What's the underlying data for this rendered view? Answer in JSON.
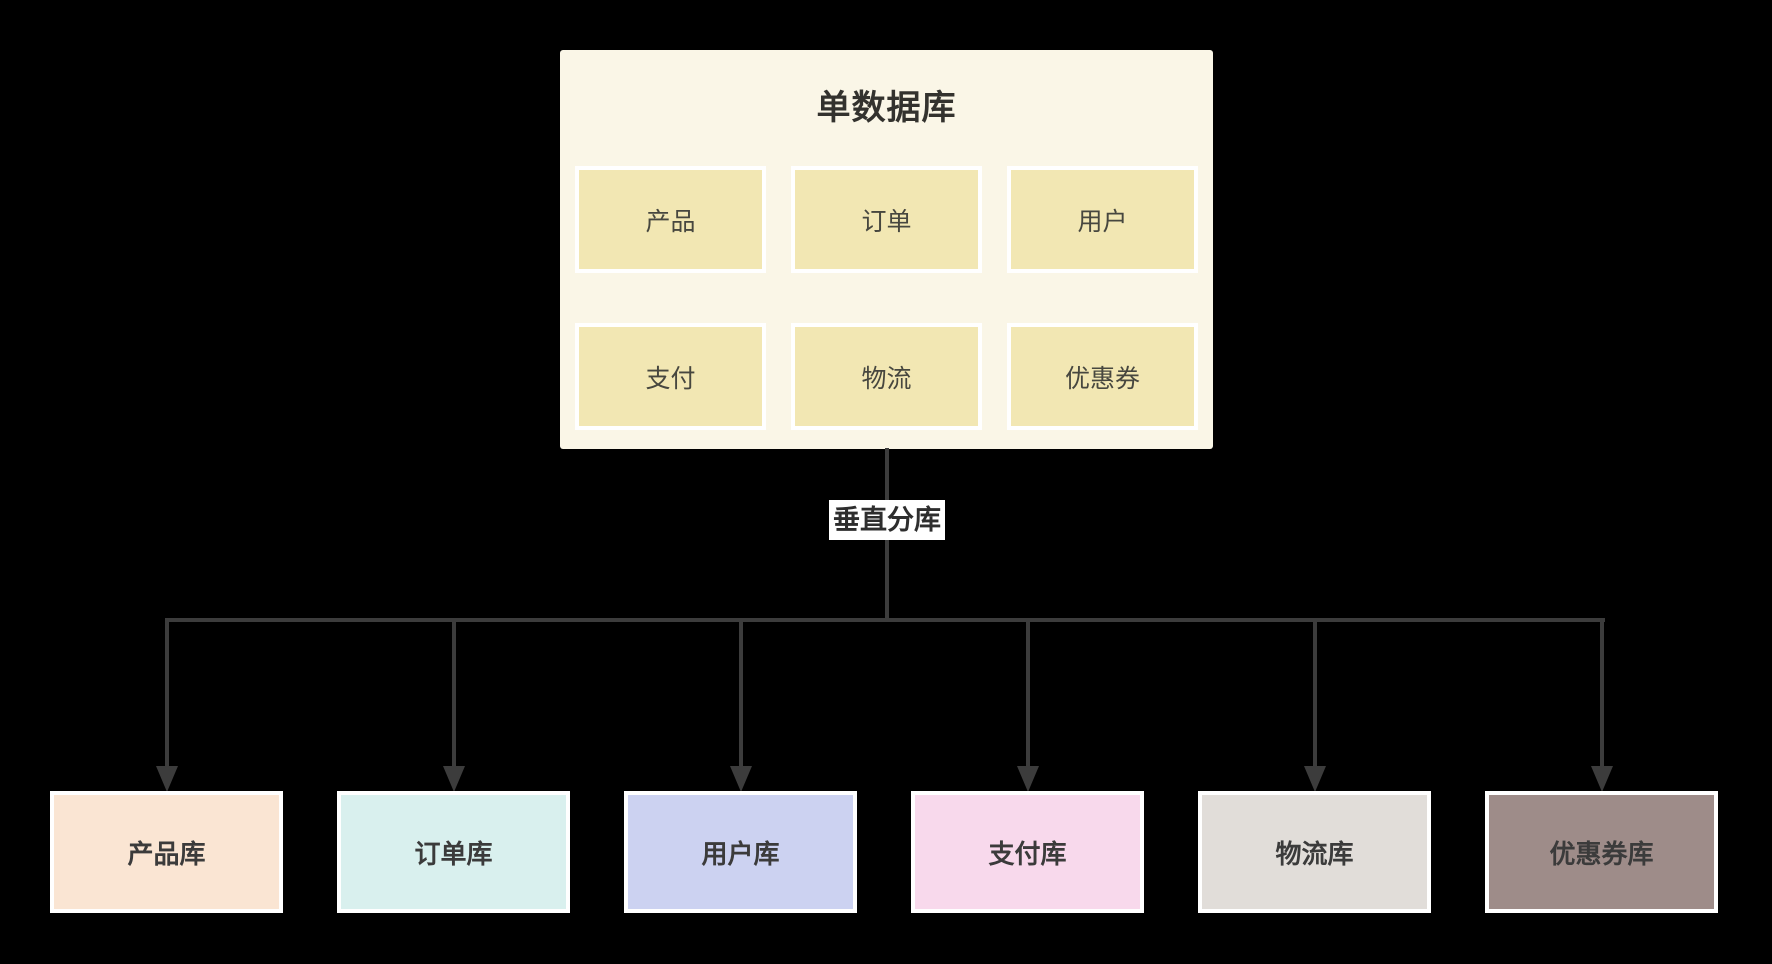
{
  "canvas": {
    "background": "#000000",
    "line_color": "#3C3C3C"
  },
  "single_db": {
    "title": "单数据库",
    "bg": "#FAF6E7",
    "table_bg": "#F2E7B3",
    "tables": [
      {
        "label": "产品"
      },
      {
        "label": "订单"
      },
      {
        "label": "用户"
      },
      {
        "label": "支付"
      },
      {
        "label": "物流"
      },
      {
        "label": "优惠券"
      }
    ]
  },
  "connector": {
    "label": "垂直分库",
    "label_bg": "#FFFFFF",
    "line_color": "#3C3C3C"
  },
  "shards": [
    {
      "label": "产品库",
      "bg": "#FAE5D3"
    },
    {
      "label": "订单库",
      "bg": "#D9F0EE"
    },
    {
      "label": "用户库",
      "bg": "#CCD2F1"
    },
    {
      "label": "支付库",
      "bg": "#F8D9EC"
    },
    {
      "label": "物流库",
      "bg": "#E1DDD9"
    },
    {
      "label": "优惠券库",
      "bg": "#9E8C89"
    }
  ]
}
